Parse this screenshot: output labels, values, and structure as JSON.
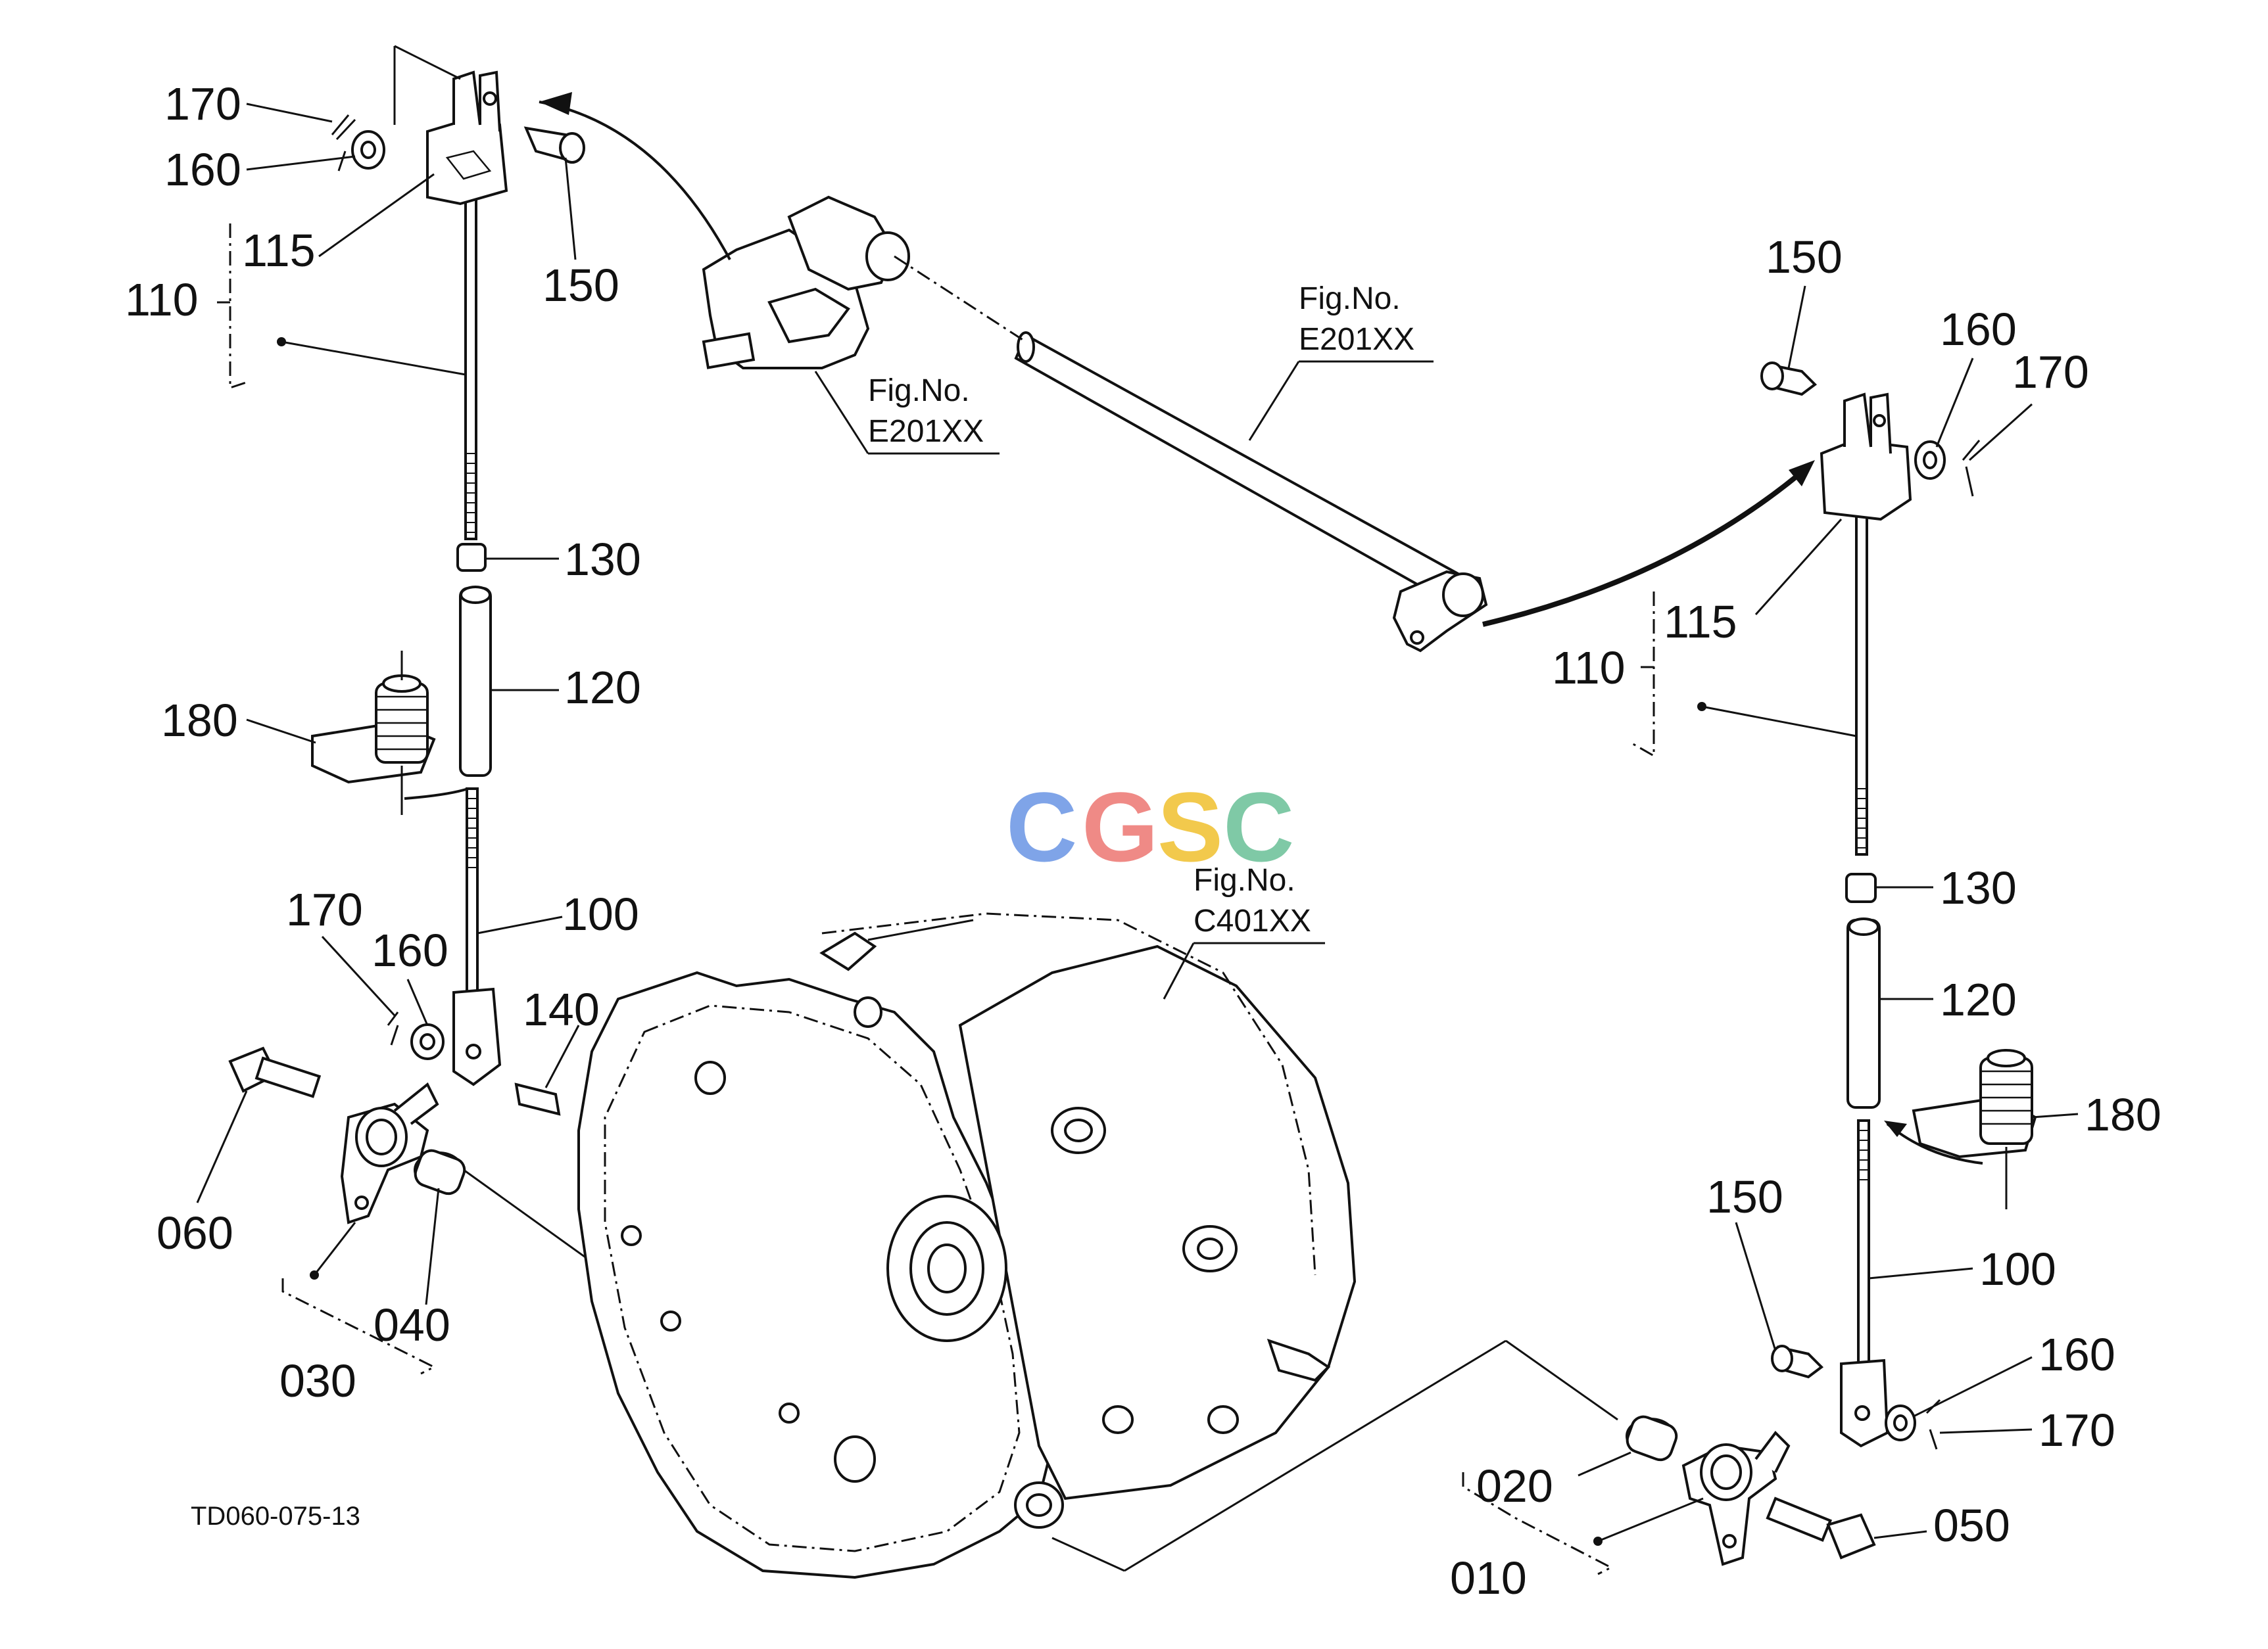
{
  "labels": {
    "l170a": "170",
    "l160a": "160",
    "l115a": "115",
    "l110a": "110",
    "l150a": "150",
    "l130a": "130",
    "l120a": "120",
    "l180a": "180",
    "l170b": "170",
    "l160b": "160",
    "l100a": "100",
    "l140": "140",
    "l060": "060",
    "l040": "040",
    "l030": "030",
    "l150b": "150",
    "l160c": "160",
    "l170c": "170",
    "l115b": "115",
    "l110b": "110",
    "l130b": "130",
    "l120b": "120",
    "l180b": "180",
    "l150c": "150",
    "l100b": "100",
    "l160d": "160",
    "l170d": "170",
    "l020": "020",
    "l050": "050",
    "l010": "010"
  },
  "fig_refs": {
    "fig_a_title": "Fig.No.",
    "fig_a_code": "E201XX",
    "fig_b_title": "Fig.No.",
    "fig_b_code": "E201XX",
    "fig_c_title": "Fig.No.",
    "fig_c_code": "C401XX"
  },
  "drawing_code": "TD060-075-13",
  "watermark": {
    "letters": [
      "C",
      "G",
      "S",
      "C"
    ],
    "colors": [
      "#7fa4e8",
      "#ef8a86",
      "#f2c94c",
      "#7fc9a6"
    ]
  }
}
